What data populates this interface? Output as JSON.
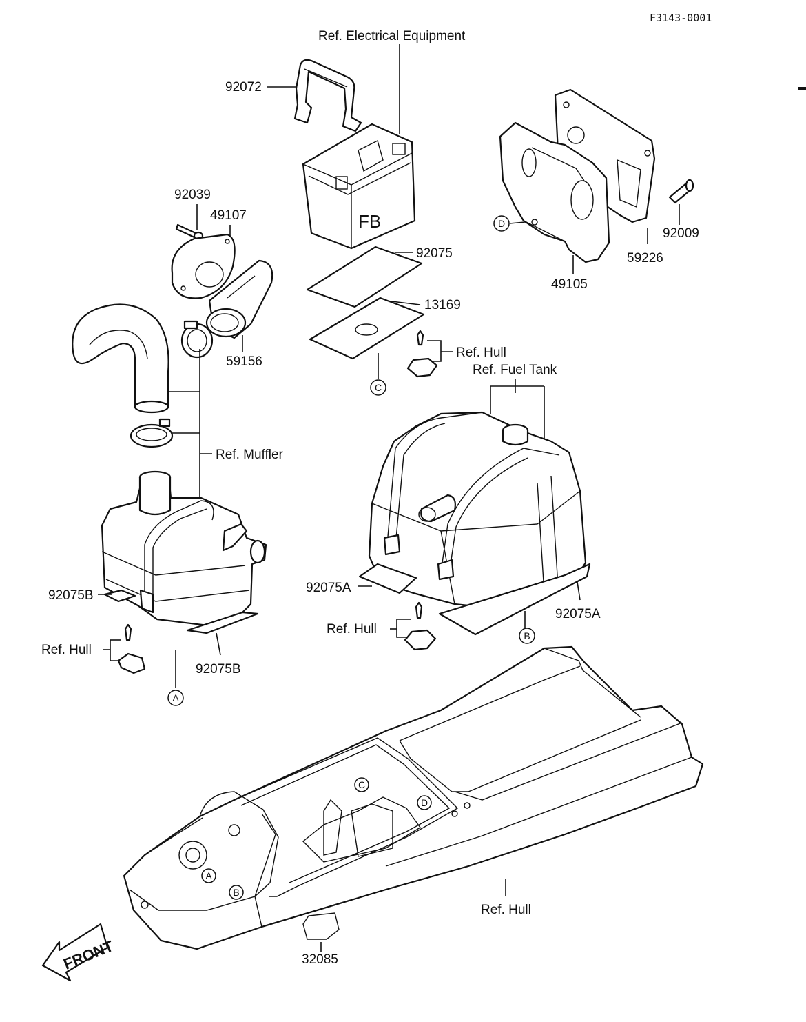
{
  "diagram_code": "F3143-0001",
  "part_numbers": {
    "strap": "92072",
    "bolt_small": "92039",
    "cover_plate": "49107",
    "duct": "59156",
    "pad_92075": "92075",
    "pad_13169": "13169",
    "mount_plate": "59226",
    "bracket": "49105",
    "bolt_92009": "92009",
    "pad_a_left": "92075A",
    "pad_a_right": "92075A",
    "pad_b_left": "92075B",
    "pad_b_bottom": "92075B",
    "hull_plug": "32085"
  },
  "references": {
    "electrical": "Ref. Electrical Equipment",
    "hull_battery": "Ref. Hull",
    "fuel_tank": "Ref. Fuel Tank",
    "muffler": "Ref. Muffler",
    "hull_left": "Ref. Hull",
    "hull_tank": "Ref. Hull",
    "hull_main": "Ref. Hull"
  },
  "markers": {
    "a1": "A",
    "b1": "B",
    "c1": "C",
    "d1": "D",
    "a2": "A",
    "b2": "B",
    "c2": "C",
    "d2": "D"
  },
  "battery_marking": "FB",
  "front_label": "FRONT"
}
